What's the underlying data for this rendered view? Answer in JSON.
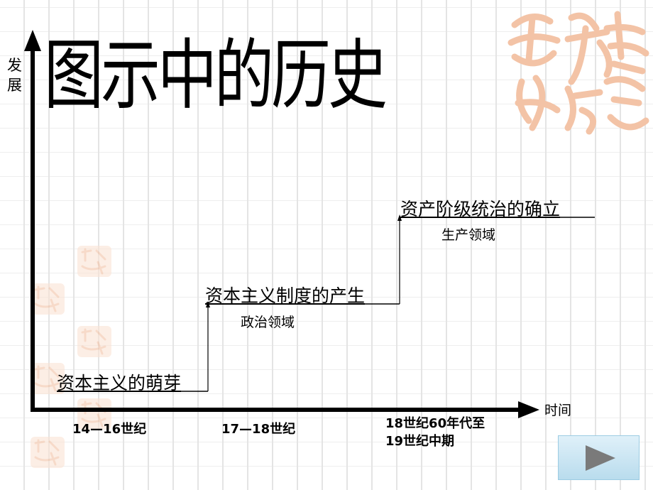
{
  "title": "图示中的历史",
  "axes": {
    "y_label": "发展",
    "x_label": "时间"
  },
  "stages": [
    {
      "label": "资本主义的萌芽",
      "sub": "",
      "period": "14—16世纪"
    },
    {
      "label": "资本主义制度的产生",
      "sub": "政治领域",
      "period": "17—18世纪"
    },
    {
      "label": "资产阶级统治的确立",
      "sub": "生产领域",
      "period_line1": "18世纪60年代至",
      "period_line2": "19世纪中期"
    }
  ],
  "decor": {
    "seal_icon": "auspicious-seal-icon",
    "seal_color": "#f3c3a6"
  },
  "nav": {
    "play_icon": "play-triangle-icon",
    "play_color": "#7a7a7a"
  }
}
